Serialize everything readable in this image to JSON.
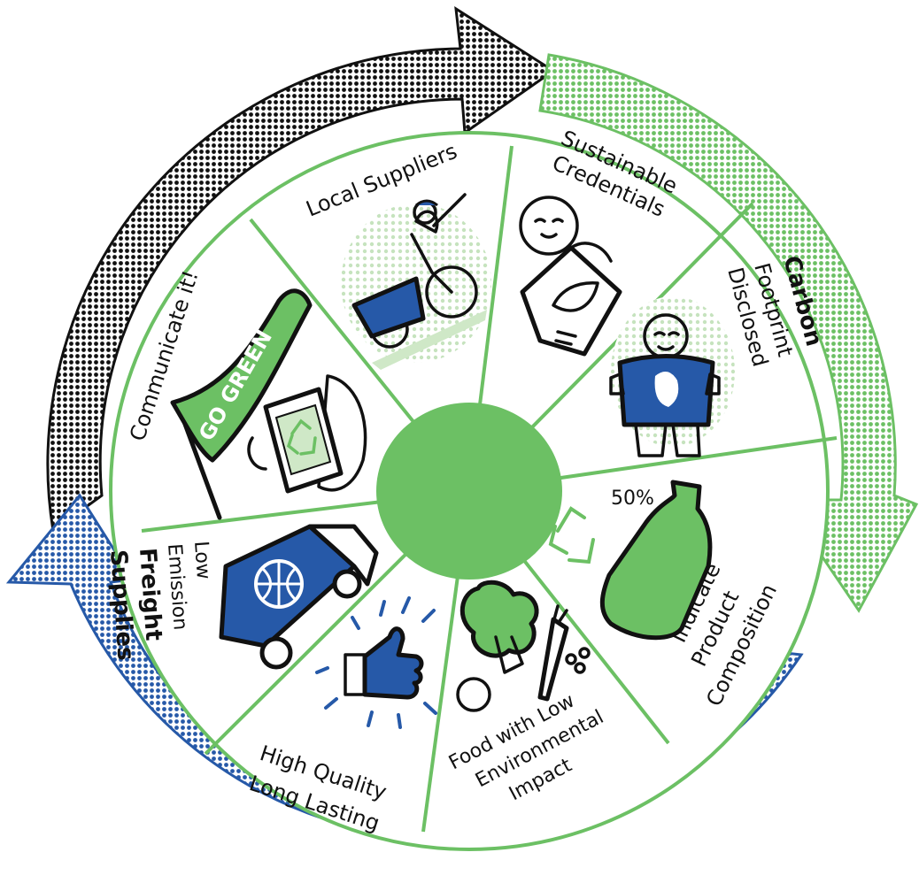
{
  "colors": {
    "green": "#6cc064",
    "light_green": "#cfe8c7",
    "blue": "#2659a8",
    "black": "#111111",
    "white": "#ffffff"
  },
  "segments": {
    "local_suppliers": "Local Suppliers",
    "sustainable_credentials": [
      "Sustainable",
      "Credentials"
    ],
    "carbon_footprint": [
      "Carbon",
      "Footprint",
      "Disclosed"
    ],
    "product_composition": [
      "Indicate",
      "Product",
      "Composition"
    ],
    "food_low_impact": [
      "Food with Low",
      "Environmental",
      "Impact"
    ],
    "high_quality": [
      "High Quality",
      "Long Lasting"
    ],
    "low_emission_freight": [
      "Low",
      "Emission",
      "Freight",
      "Supplies"
    ],
    "communicate": "Communicate it!"
  },
  "illustration_text": {
    "flag_text": "GO GREEN",
    "percent_text": "50%"
  },
  "icons": [
    "cyclist-icon",
    "sustainable-bag-icon",
    "footprint-person-icon",
    "recycled-bottle-icon",
    "vegetables-icon",
    "thumbs-up-icon",
    "delivery-truck-icon",
    "go-green-flag-icon",
    "recycle-phone-icon"
  ]
}
